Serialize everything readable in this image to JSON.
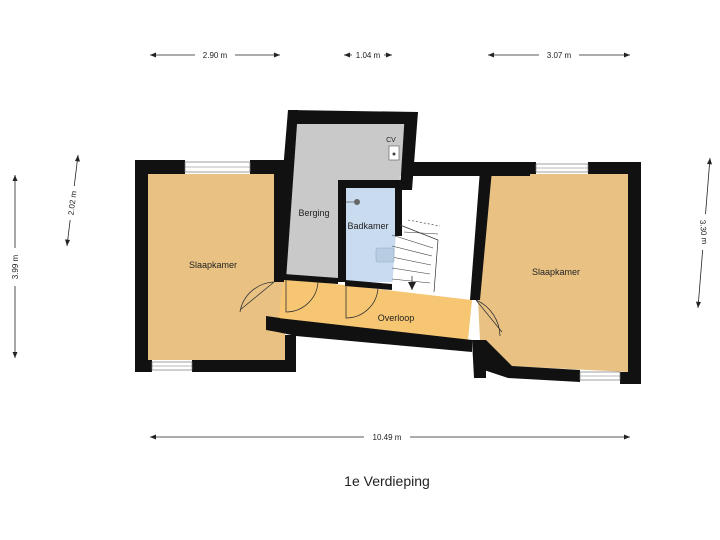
{
  "floor_title": "1e Verdieping",
  "colors": {
    "bedroom": "#e9c283",
    "storage": "#c9c9c9",
    "bathroom": "#c9dcef",
    "landing": "#f7c673",
    "wall": "#111111"
  },
  "rooms": {
    "bedroom_left": "Slaapkamer",
    "storage": "Berging",
    "bathroom": "Badkamer",
    "landing": "Overloop",
    "bedroom_right": "Slaapkamer"
  },
  "labels": {
    "cv": "CV"
  },
  "dimensions": {
    "top_left": "2.90 m",
    "top_middle": "1.04 m",
    "top_right": "3.07 m",
    "left_outer": "3.99 m",
    "left_inner": "2.02 m",
    "right": "3.30 m",
    "bottom": "10.49 m"
  }
}
